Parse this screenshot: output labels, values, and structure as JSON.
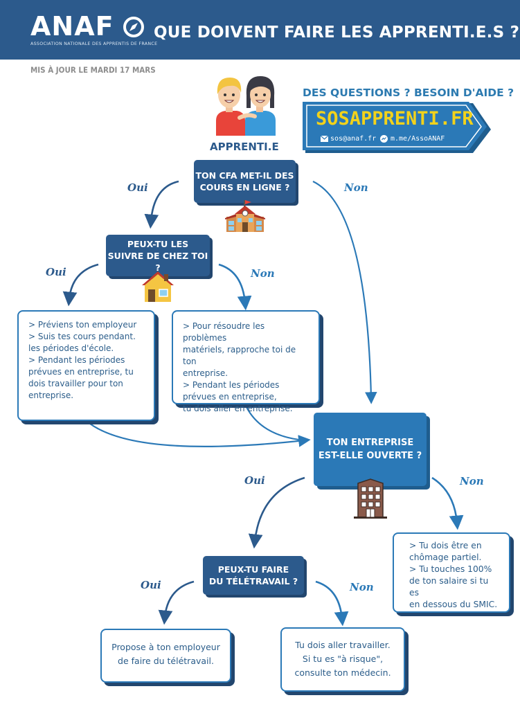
{
  "header": {
    "logo": "ANAF",
    "logo_subtitle": "ASSOCIATION NATIONALE DES APPRENTIS DE FRANCE",
    "title": "QUE DOIVENT FAIRE LES APPRENTI.E.S ?"
  },
  "update_label": "MIS À JOUR LE MARDI 17 MARS",
  "help": {
    "question": "DES QUESTIONS ? BESOIN D'AIDE ?",
    "site": "SOSAPPRENTI.FR",
    "email": "sos@anaf.fr",
    "messenger": "m.me/AssoANAF"
  },
  "apprentice_label": "APPRENTI.E",
  "labels": {
    "oui": "Oui",
    "non": "Non"
  },
  "questions": {
    "q1": [
      "TON CFA MET-IL DES",
      "COURS EN LIGNE ?"
    ],
    "q2": [
      "PEUX-TU LES",
      "SUIVRE DE CHEZ TOI ?"
    ],
    "q3": [
      "TON ENTREPRISE",
      "EST-ELLE OUVERTE ?"
    ],
    "q4": [
      "PEUX-TU FAIRE",
      "DU TÉLÉTRAVAIL ?"
    ]
  },
  "answers": {
    "a1": [
      "> Préviens ton employeur",
      "> Suis tes cours pendant.",
      "les périodes d'école.",
      "> Pendant les périodes",
      "prévues en entreprise, tu",
      "dois travailler pour ton",
      "entreprise."
    ],
    "a2": [
      "> Pour résoudre les problèmes",
      "matériels, rapproche toi de ton",
      "entreprise.",
      "> Pendant les périodes",
      "prévues en entreprise,",
      "tu dois aller en entreprise."
    ],
    "a3": [
      "> Tu dois être en",
      "chômage partiel.",
      "> Tu touches 100%",
      "de ton salaire si tu es",
      "en dessous du SMIC."
    ],
    "a4": [
      "Propose à ton employeur",
      "de faire du télétravail."
    ],
    "a5": [
      "Tu dois aller travailler.",
      "Si tu es \"à risque\",",
      "consulte ton médecin."
    ]
  },
  "colors": {
    "navy": "#2c5a8c",
    "blue": "#2b79b7",
    "yellow": "#f2d21b"
  },
  "icons": [
    "compass-icon",
    "school-icon",
    "house-icon",
    "office-building-icon",
    "mail-icon",
    "messenger-icon",
    "apprentices-illustration"
  ]
}
